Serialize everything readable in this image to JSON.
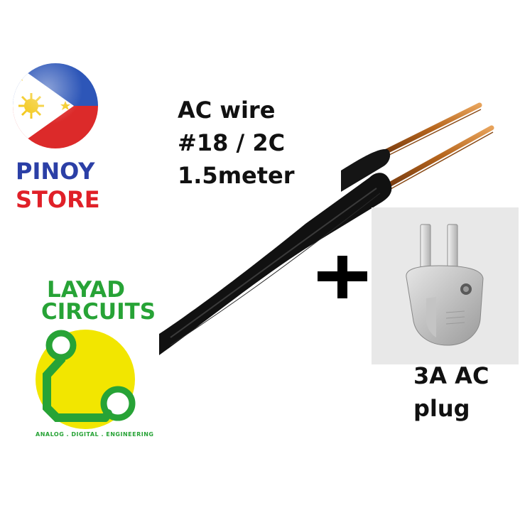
{
  "store": {
    "line1": "PINOY",
    "line2": "STORE"
  },
  "brand": {
    "line1": "LAYAD",
    "line2": "CIRCUITS",
    "tagline": "ANALOG . DIGITAL . ENGINEERING"
  },
  "wire": {
    "line1": "AC wire",
    "line2": "#18 / 2C",
    "line3": "1.5meter"
  },
  "plug": {
    "line1": "3A AC",
    "line2": "plug"
  },
  "colors": {
    "pinoy_blue": "#2b3fa6",
    "store_red": "#e02028",
    "layad_green": "#27a336",
    "layad_yellow": "#f2e600",
    "copper": "#b5651d"
  },
  "icons": [
    "philippine-flag-globe-icon",
    "layad-circuits-logo-icon",
    "plus-icon",
    "ac-plug-icon"
  ]
}
